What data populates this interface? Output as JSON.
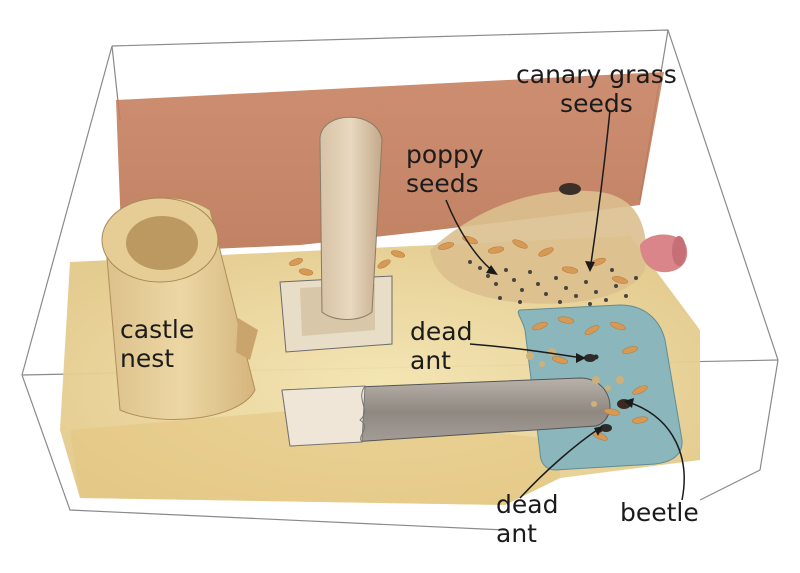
{
  "labels": {
    "canary": [
      "canary grass",
      "seeds"
    ],
    "poppy": [
      "poppy",
      "seeds"
    ],
    "castle": [
      "castle",
      "nest"
    ],
    "dead_ant_top": [
      "dead",
      "ant"
    ],
    "dead_ant_bottom": [
      "dead",
      "ant"
    ],
    "beetle": [
      "beetle"
    ]
  },
  "colors": {
    "back_wall": "#c9805f",
    "sand": "#ecd9a2",
    "castle": "#e2c88f",
    "blue_dish": "#8fb9be",
    "tube": "#a09a93",
    "stopper": "#d8838a",
    "ink": "#1b1b1b"
  }
}
